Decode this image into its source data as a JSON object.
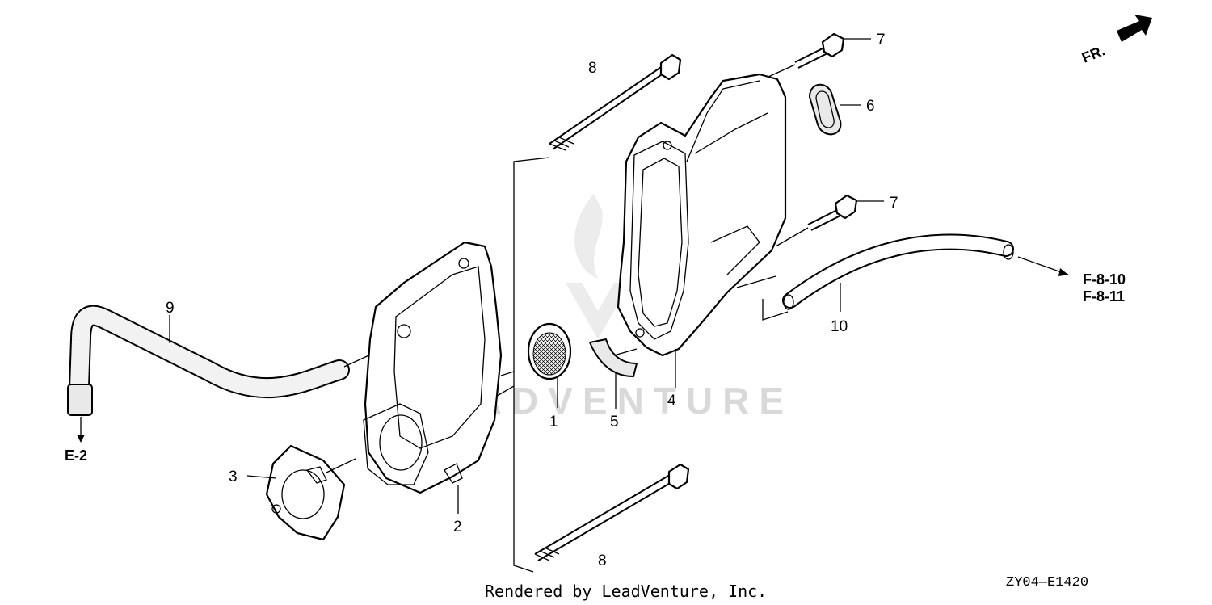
{
  "diagram": {
    "front_indicator": "FR.",
    "callouts": [
      {
        "id": "callout-1",
        "label": "1"
      },
      {
        "id": "callout-2",
        "label": "2"
      },
      {
        "id": "callout-3",
        "label": "3"
      },
      {
        "id": "callout-4",
        "label": "4"
      },
      {
        "id": "callout-5",
        "label": "5"
      },
      {
        "id": "callout-6",
        "label": "6"
      },
      {
        "id": "callout-7a",
        "label": "7"
      },
      {
        "id": "callout-7b",
        "label": "7"
      },
      {
        "id": "callout-8a",
        "label": "8"
      },
      {
        "id": "callout-8b",
        "label": "8"
      },
      {
        "id": "callout-9",
        "label": "9"
      },
      {
        "id": "callout-10",
        "label": "10"
      }
    ],
    "refs": {
      "e2": "E-2",
      "f810": "F-8-10",
      "f811": "F-8-11"
    },
    "credit": "Rendered by LeadVenture, Inc.",
    "diagram_code": "ZY04—E1420",
    "watermark": "LEADVENTURE"
  }
}
